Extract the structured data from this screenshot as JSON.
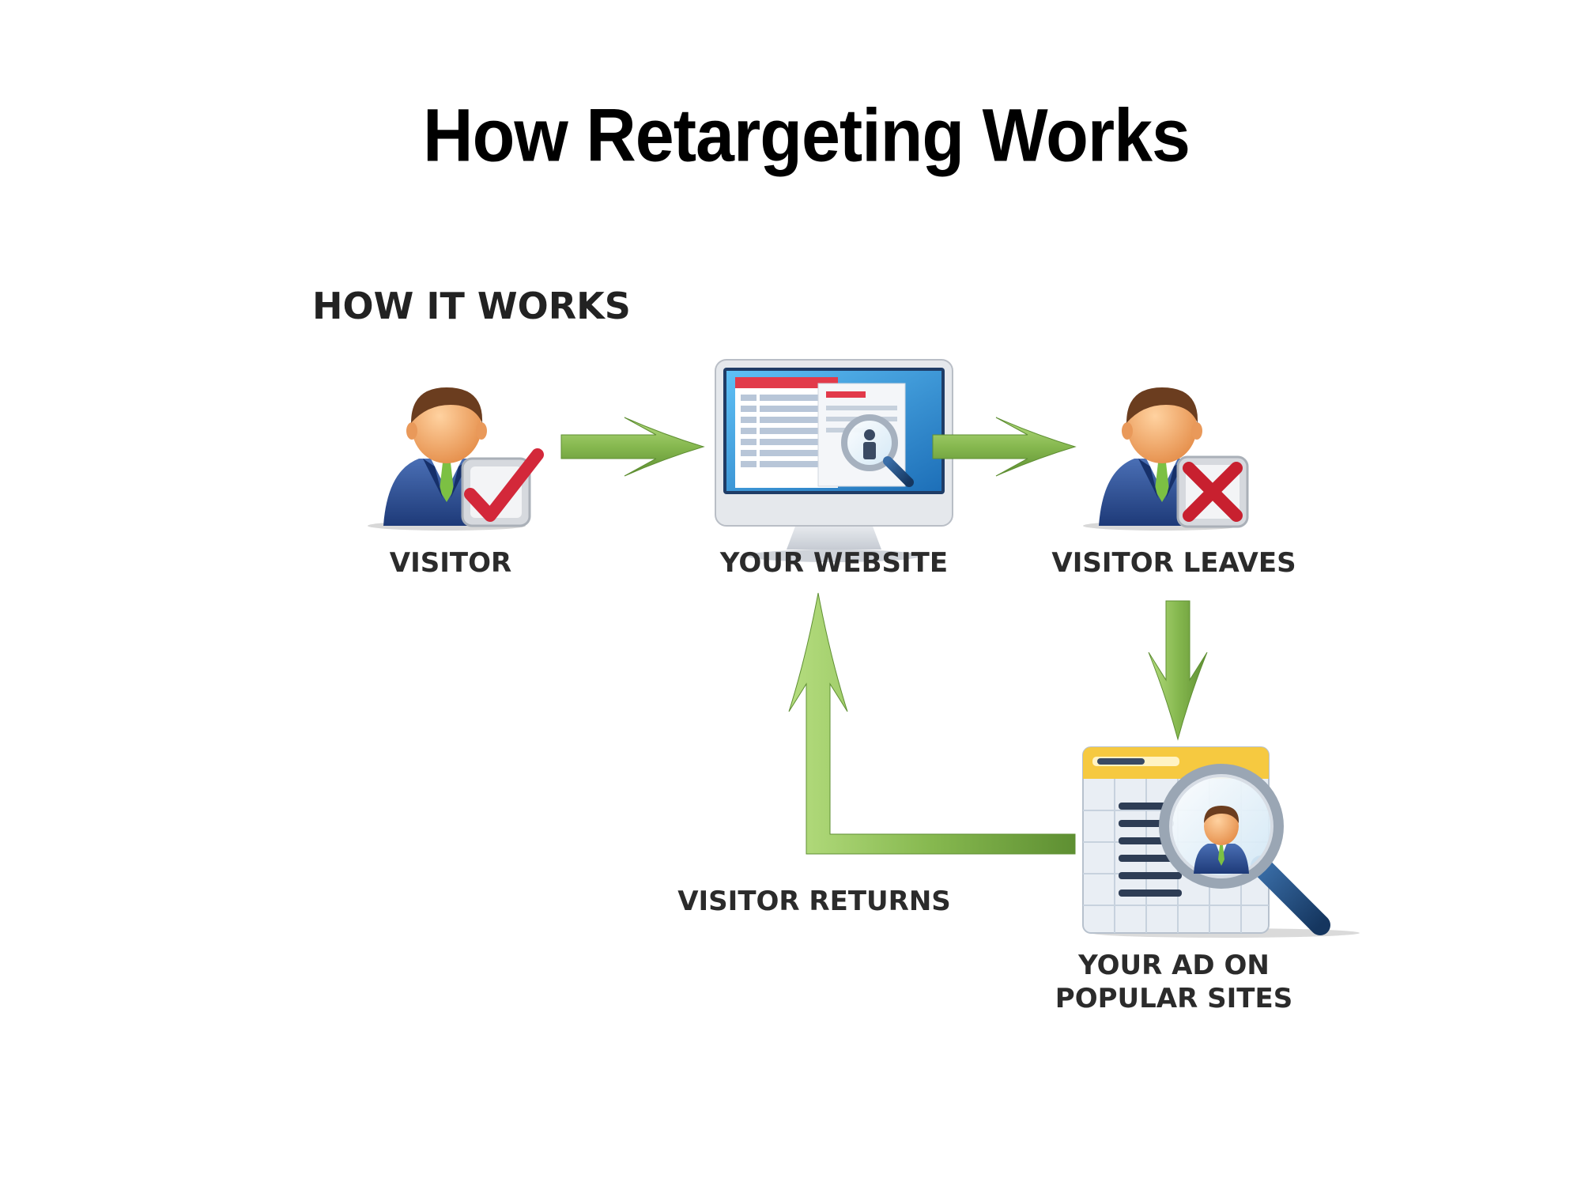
{
  "title": "How Retargeting Works",
  "subtitle": "HOW IT WORKS",
  "steps": {
    "visitor": "VISITOR",
    "website": "YOUR WEBSITE",
    "leaves": "VISITOR LEAVES",
    "ad_line1": "YOUR AD ON",
    "ad_line2": "POPULAR SITES",
    "returns": "VISITOR RETURNS"
  },
  "colors": {
    "arrow": "#8fc05a",
    "arrow_dark": "#5f8f33",
    "check": "#d3283a",
    "cross": "#c8202f",
    "suit": "#2f4f8f",
    "tie": "#7cc043",
    "skin": "#f2a968",
    "hair": "#6b3d1f",
    "screen_blue": "#2a8fd6",
    "ad_yellow": "#f6c940"
  }
}
